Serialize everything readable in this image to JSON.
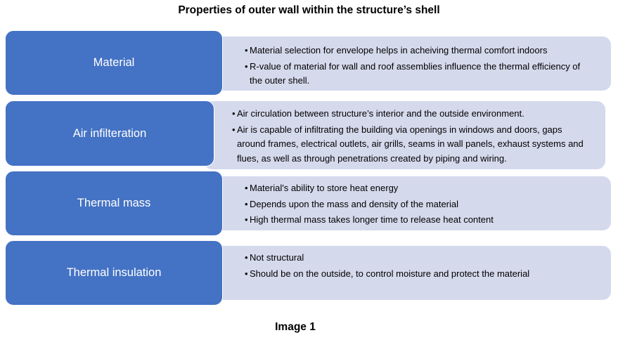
{
  "title": "Properties of outer wall within the structure’s shell",
  "caption": "Image 1",
  "colors": {
    "label_fill": "#4472c4",
    "detail_fill": "#d5d9ec",
    "label_text": "#ffffff",
    "detail_text": "#000000"
  },
  "rows": [
    {
      "label": "Material",
      "bullets": [
        "Material selection for envelope helps in acheiving thermal comfort indoors",
        "R-value of material for wall and roof assemblies influence the thermal efficiency of the outer shell."
      ]
    },
    {
      "label": "Air infilteration",
      "bullets": [
        "Air circulation between structure’s interior and the outside environment.",
        "Air is capable of infiltrating the building via openings in windows and doors, gaps around frames, electrical outlets, air grills, seams in wall panels, exhaust systems and flues, as well as through penetrations created by piping and wiring."
      ]
    },
    {
      "label": "Thermal mass",
      "bullets": [
        "Material's ability to store heat energy",
        "Depends upon the mass and density of the material",
        "High thermal mass takes longer time to release heat content"
      ]
    },
    {
      "label": "Thermal insulation",
      "bullets": [
        "Not structural",
        "Should be on the outside, to control moisture and protect the material"
      ]
    }
  ]
}
